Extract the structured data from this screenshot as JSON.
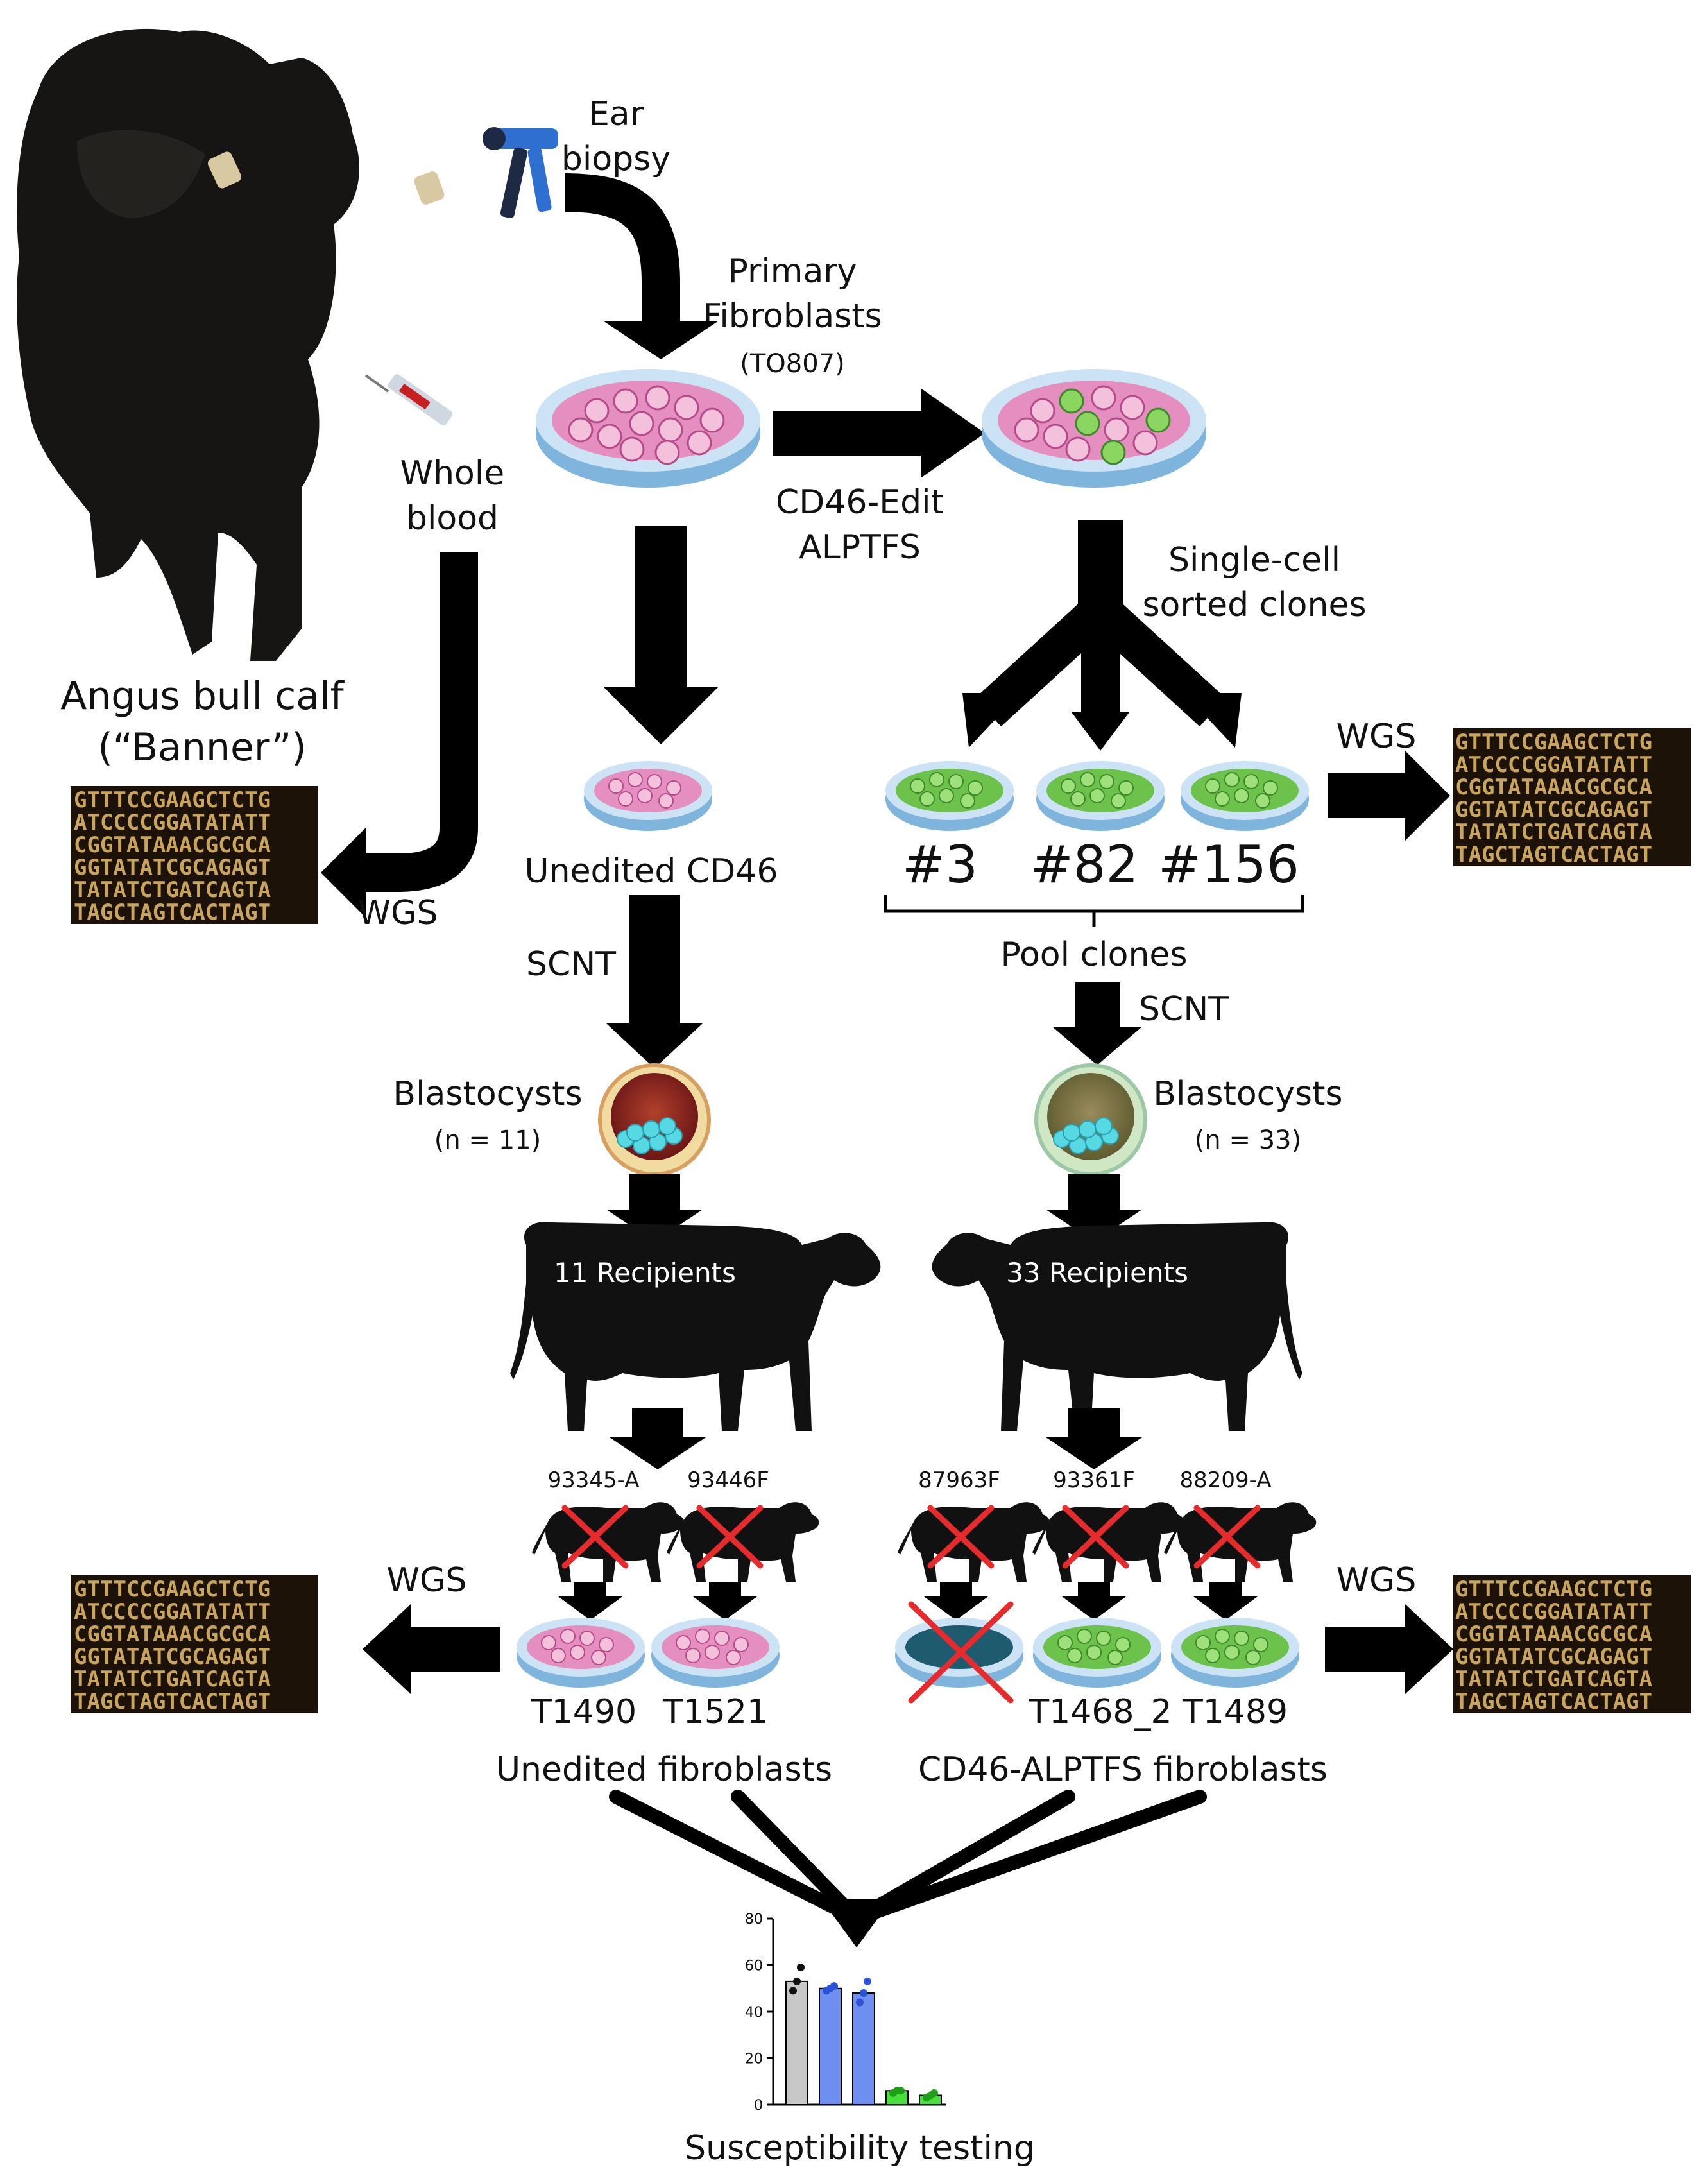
{
  "labels": {
    "ear_biopsy": [
      "Ear",
      "biopsy"
    ],
    "primary_fibroblasts": [
      "Primary",
      "Fibroblasts"
    ],
    "cell_line_id": "(TO807)",
    "whole_blood": [
      "Whole",
      "blood"
    ],
    "calf_caption": [
      "Angus bull calf",
      "(“Banner”)"
    ],
    "edit": [
      "CD46-Edit",
      "ALPTFS"
    ],
    "single_cell": [
      "Single-cell",
      "sorted clones"
    ],
    "wgs": "WGS",
    "unedited_cd46": "Unedited CD46",
    "scnt": "SCNT",
    "pool_clones": "Pool clones",
    "blastocysts": "Blastocysts",
    "blast_n_left": "(n = 11)",
    "blast_n_right": "(n = 33)",
    "recipients_left": "11 Recipients",
    "recipients_right": "33 Recipients",
    "unedited_fibroblasts": "Unedited fibroblasts",
    "edited_fibroblasts": "CD46-ALPTFS fibroblasts",
    "susceptibility": "Susceptibility testing"
  },
  "clones": [
    "#3",
    "#82",
    "#156"
  ],
  "calves": [
    "93345-A",
    "93446F",
    "87963F",
    "93361F",
    "88209-A"
  ],
  "fibroblast_lines": [
    "T1490",
    "T1521",
    "T1468_2",
    "T1489"
  ],
  "sequence_lines": [
    "GTTTCCGAAGCTCTG",
    "ATCCCCGGATATATT",
    "CGGTATAAACGCGCA",
    "GGTATATCGCAGAGT",
    "TATATCTGATCAGTA",
    "TAGCTAGTCACTAGT"
  ],
  "colors": {
    "arrow": "#000000",
    "unedited_cell": "#e58fc0",
    "edited_cell": "#6cc24a",
    "dish": "#a9cfec",
    "cross": "#e52b2b",
    "bar_gray": "#c8c8c8",
    "bar_blue": "#6f8ff0",
    "bar_green": "#49e03c"
  },
  "chart_data": {
    "type": "bar",
    "title": "",
    "xlabel": "",
    "ylabel": "",
    "ylim": [
      0,
      80
    ],
    "yticks": [
      0,
      20,
      40,
      60,
      80
    ],
    "values": [
      53,
      50,
      48,
      6,
      4
    ],
    "points": [
      [
        49,
        53,
        59
      ],
      [
        49,
        50,
        51
      ],
      [
        44,
        48,
        53
      ],
      [
        5,
        6,
        6
      ],
      [
        3,
        4,
        5
      ]
    ],
    "colors": [
      "#c8c8c8",
      "#6f8ff0",
      "#6f8ff0",
      "#49e03c",
      "#49e03c"
    ]
  }
}
